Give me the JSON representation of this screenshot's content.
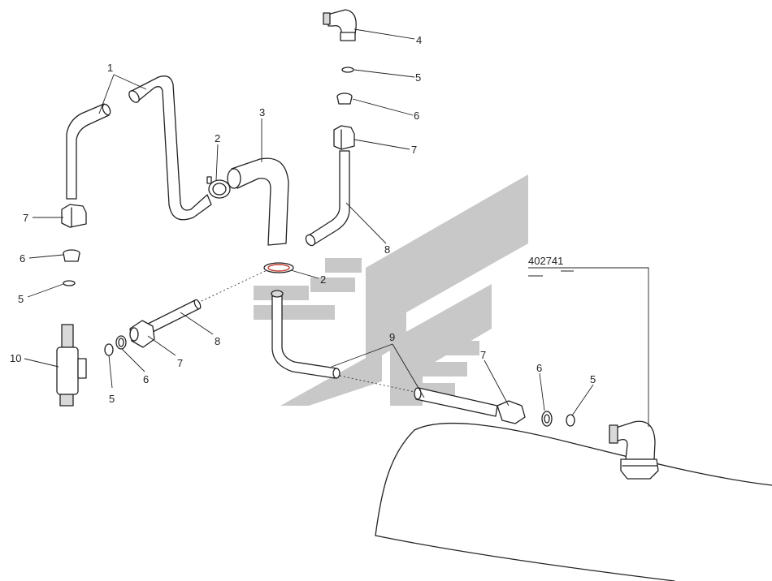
{
  "diagram": {
    "assembly_number": "402741",
    "callouts": [
      {
        "id": "c1",
        "label": "1"
      },
      {
        "id": "c2a",
        "label": "2"
      },
      {
        "id": "c3",
        "label": "3"
      },
      {
        "id": "c4",
        "label": "4"
      },
      {
        "id": "c5a",
        "label": "5"
      },
      {
        "id": "c6a",
        "label": "6"
      },
      {
        "id": "c7a",
        "label": "7"
      },
      {
        "id": "c8a",
        "label": "8"
      },
      {
        "id": "c7b",
        "label": "7"
      },
      {
        "id": "c6b",
        "label": "6"
      },
      {
        "id": "c5b",
        "label": "5"
      },
      {
        "id": "c10",
        "label": "10"
      },
      {
        "id": "c2b",
        "label": "2"
      },
      {
        "id": "c8b",
        "label": "8"
      },
      {
        "id": "c7c",
        "label": "7"
      },
      {
        "id": "c6c",
        "label": "6"
      },
      {
        "id": "c5c",
        "label": "5"
      },
      {
        "id": "c9",
        "label": "9"
      },
      {
        "id": "c7d",
        "label": "7"
      },
      {
        "id": "c6d",
        "label": "6"
      },
      {
        "id": "c5d",
        "label": "5"
      }
    ]
  }
}
